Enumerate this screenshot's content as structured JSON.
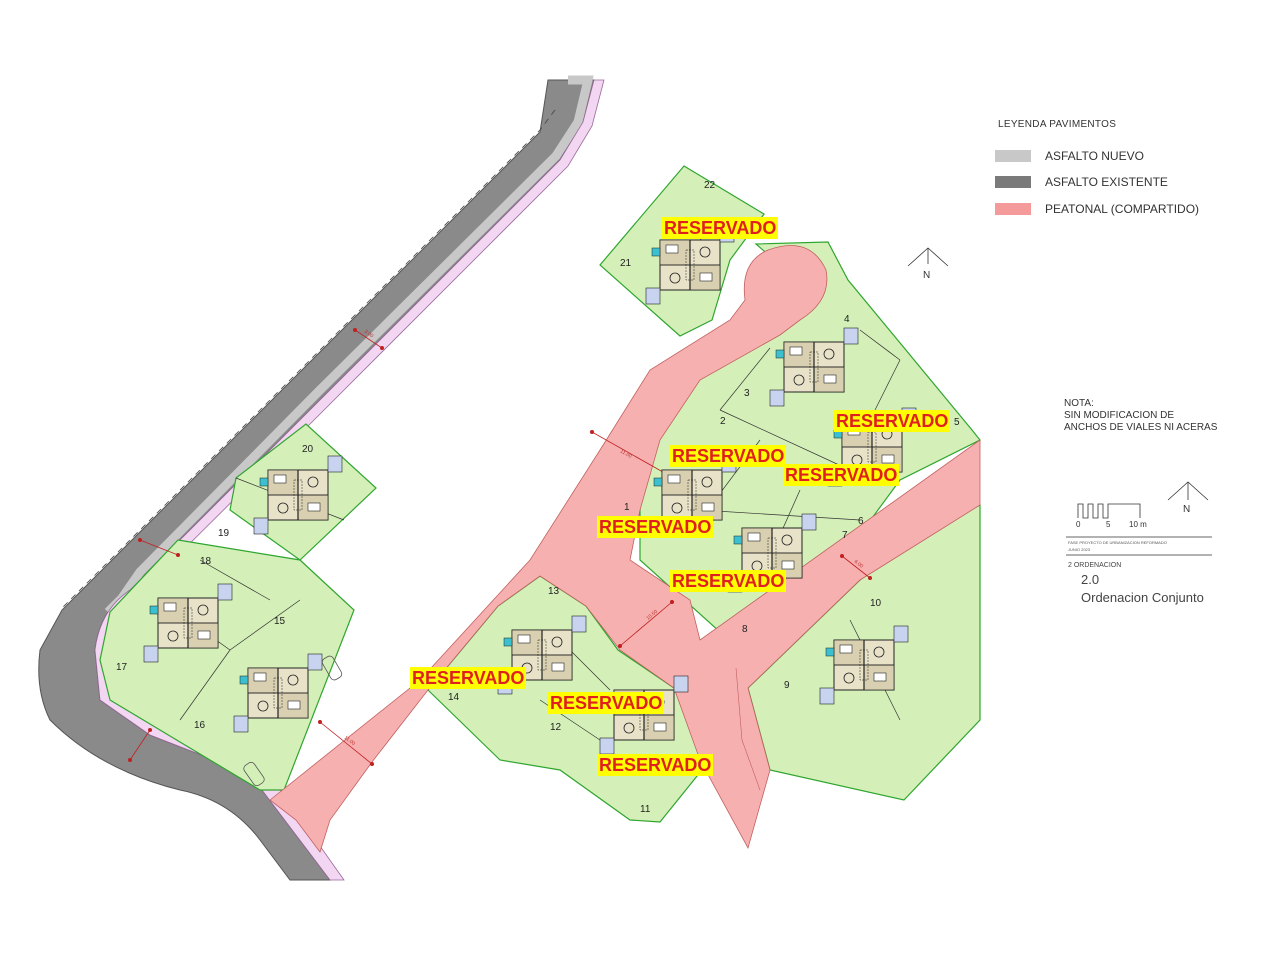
{
  "legend": {
    "title": "LEYENDA PAVIMENTOS",
    "items": [
      {
        "label": "ASFALTO NUEVO",
        "color": "#c8c8c8"
      },
      {
        "label": "ASFALTO EXISTENTE",
        "color": "#7a7a7a"
      },
      {
        "label": "PEATONAL (COMPARTIDO)",
        "color": "#f59a9a"
      }
    ]
  },
  "north_label": "N",
  "note": {
    "line1": "NOTA:",
    "line2": "SIN MODIFICACION DE",
    "line3": "ANCHOS DE VIALES NI ACERAS"
  },
  "scale": {
    "tick0": "0",
    "tick1": "5",
    "tick2": "10 m"
  },
  "sheet": {
    "project_line": "FASE PROYECTO DE URBANIZACION REFORMADO",
    "date_line": "JUNIO 2023",
    "subtitle": "2 ORDENACION",
    "number": "2.0",
    "title": "Ordenacion Conjunto"
  },
  "reserved_label": "RESERVADO",
  "reserved_tags": [
    {
      "id": "r21",
      "text": "RESERVADO"
    },
    {
      "id": "r5",
      "text": "RESERVADO"
    },
    {
      "id": "r2",
      "text": "RESERVADO"
    },
    {
      "id": "r6",
      "text": "RESERVADO"
    },
    {
      "id": "r1",
      "text": "RESERVADO"
    },
    {
      "id": "r8",
      "text": "RESERVADO"
    },
    {
      "id": "r14",
      "text": "RESERVADO"
    },
    {
      "id": "r12",
      "text": "RESERVADO"
    },
    {
      "id": "r11",
      "text": "RESERVADO"
    }
  ],
  "lot_numbers": [
    "1",
    "2",
    "3",
    "4",
    "5",
    "6",
    "7",
    "8",
    "9",
    "10",
    "11",
    "12",
    "13",
    "14",
    "15",
    "16",
    "17",
    "18",
    "19",
    "20",
    "21",
    "22"
  ],
  "dimensions": {
    "road_a": "11.00",
    "road_b": "11.00",
    "road_c": "10.50",
    "road_d": "6.00",
    "road_e": "3.00"
  },
  "colors": {
    "lot_green": "#d4f0b8",
    "lot_border": "#2fa52f",
    "pedestrian": "#f7b0b0",
    "asphalt_new": "#c8c8c8",
    "asphalt_existing": "#7a7a7a",
    "sidewalk": "#f2d6f2",
    "reserved_bg": "#ffff00",
    "reserved_text": "#e02020"
  }
}
